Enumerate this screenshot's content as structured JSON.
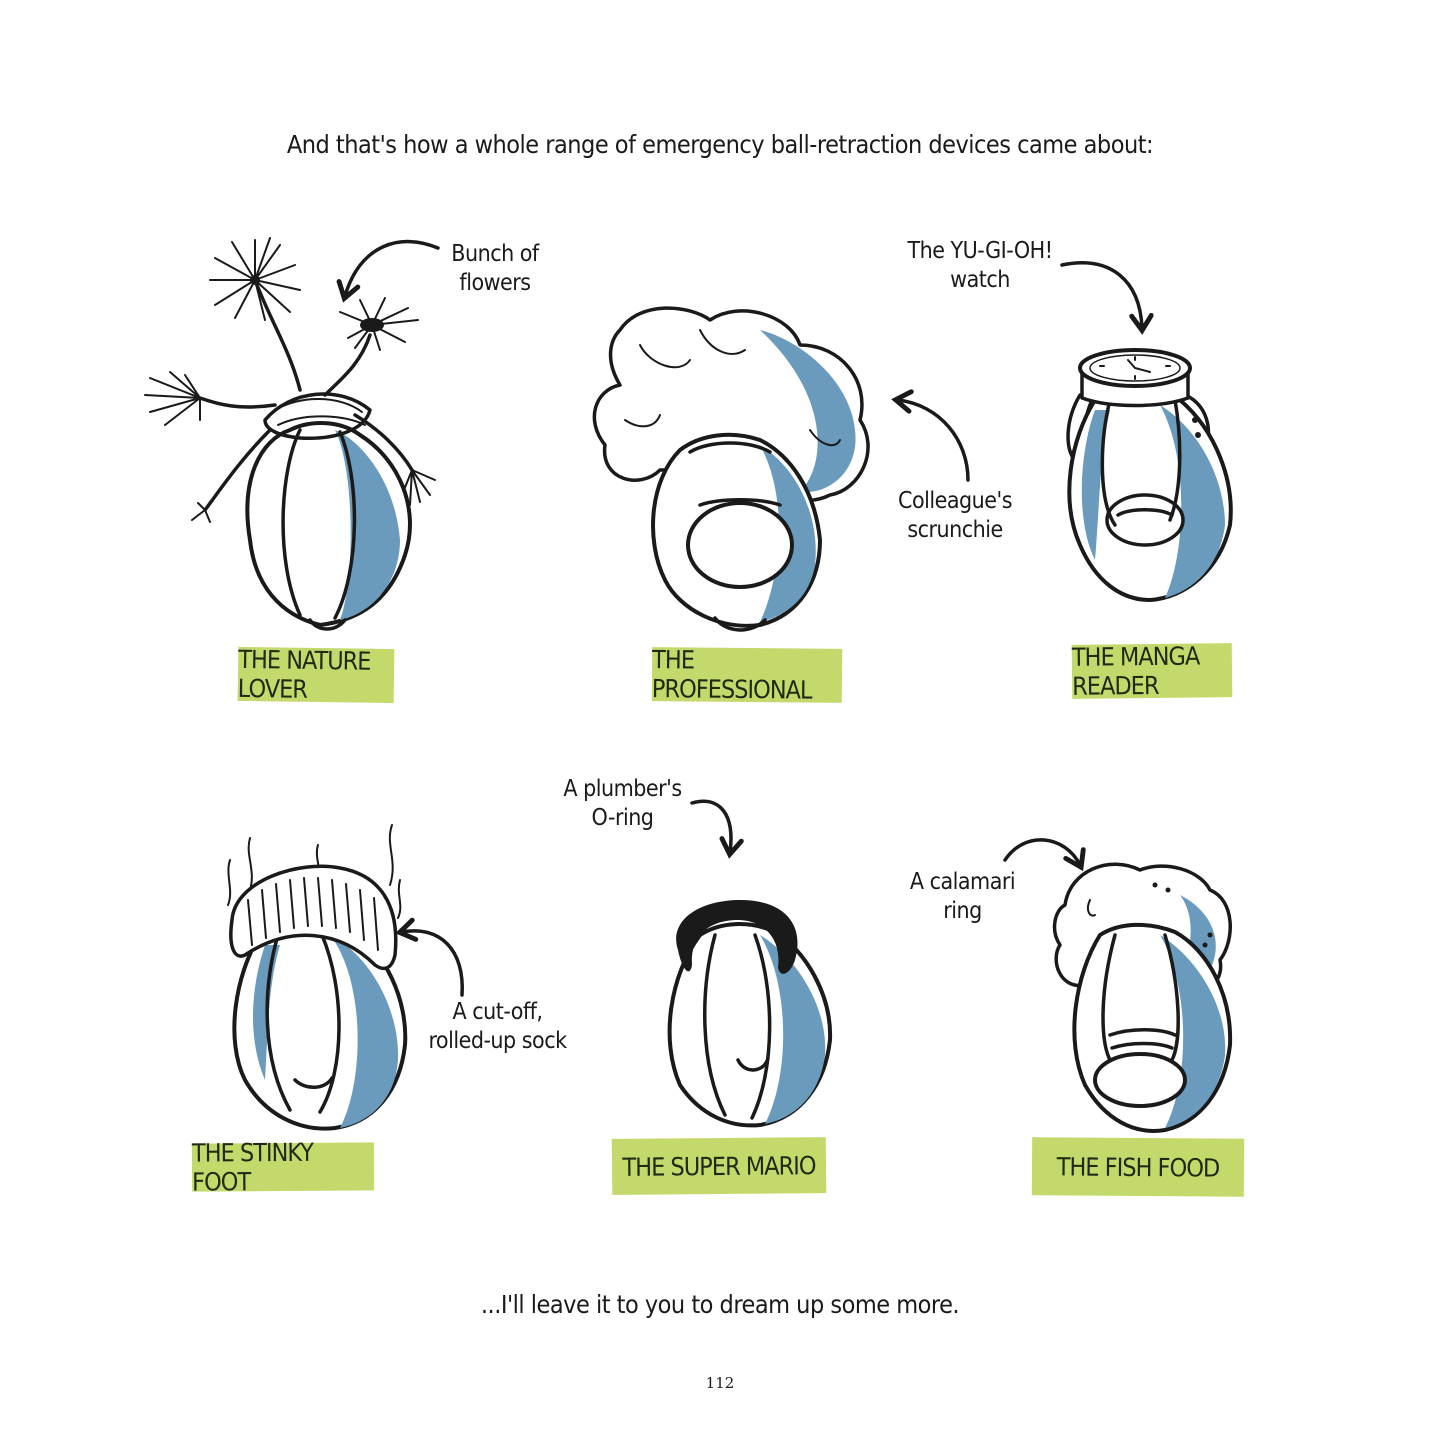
{
  "intro_text": "And that's how a whole range of emergency ball-retraction devices came about:",
  "outro_text": "...I'll leave it to you to dream up some more.",
  "page_number": "112",
  "colors": {
    "label_green": "#c3d96b",
    "shade_blue": "#6a9bbd",
    "ink": "#1a1a1a"
  },
  "devices": [
    {
      "label": "THE NATURE LOVER",
      "note_line1": "Bunch of",
      "note_line2": "flowers"
    },
    {
      "label": "THE PROFESSIONAL",
      "note_line1": "Colleague's",
      "note_line2": "scrunchie"
    },
    {
      "label": "THE MANGA READER",
      "note_line1": "The YU-GI-OH!",
      "note_line2": "watch"
    },
    {
      "label": "THE STINKY FOOT",
      "note_line1": "A cut-off,",
      "note_line2": "rolled-up sock"
    },
    {
      "label": "THE SUPER MARIO",
      "note_line1": "A plumber's",
      "note_line2": "O-ring"
    },
    {
      "label": "THE FISH FOOD",
      "note_line1": "A calamari",
      "note_line2": "ring"
    }
  ]
}
